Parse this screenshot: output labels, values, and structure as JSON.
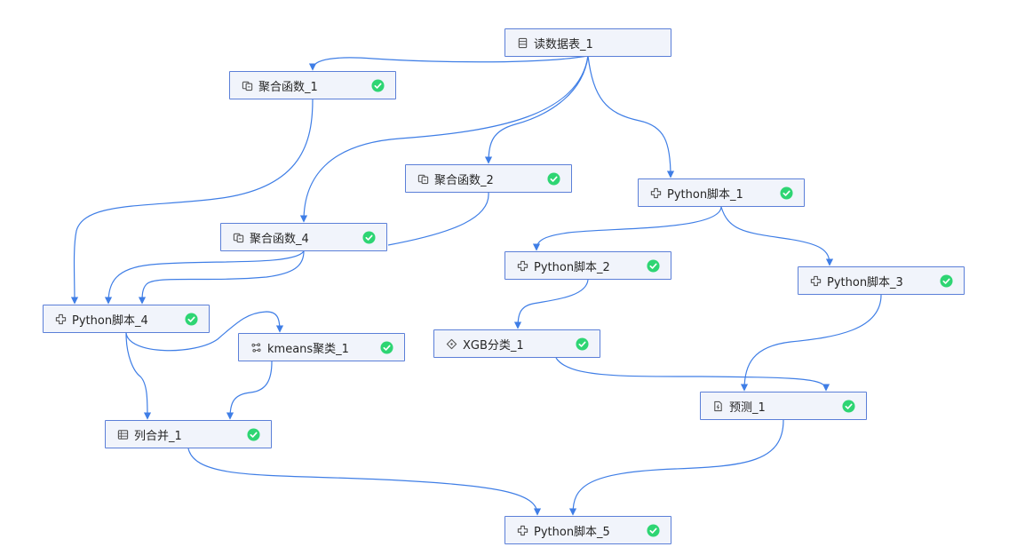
{
  "canvas": {
    "edge_color": "#3f7ee6",
    "node_border_color": "#5b7fd8",
    "node_fill_color": "#f1f4fb",
    "success_color": "#2ed573"
  },
  "nodes": [
    {
      "id": "read",
      "label": "读数据表_1",
      "icon": "table-icon",
      "status": "none"
    },
    {
      "id": "agg1",
      "label": "聚合函数_1",
      "icon": "aggregate-icon",
      "status": "success"
    },
    {
      "id": "agg2",
      "label": "聚合函数_2",
      "icon": "aggregate-icon",
      "status": "success"
    },
    {
      "id": "agg4",
      "label": "聚合函数_4",
      "icon": "aggregate-icon",
      "status": "success"
    },
    {
      "id": "py1",
      "label": "Python脚本_1",
      "icon": "python-icon",
      "status": "success"
    },
    {
      "id": "py2",
      "label": "Python脚本_2",
      "icon": "python-icon",
      "status": "success"
    },
    {
      "id": "py3",
      "label": "Python脚本_3",
      "icon": "python-icon",
      "status": "success"
    },
    {
      "id": "py4",
      "label": "Python脚本_4",
      "icon": "python-icon",
      "status": "success"
    },
    {
      "id": "kmeans",
      "label": "kmeans聚类_1",
      "icon": "cluster-icon",
      "status": "success"
    },
    {
      "id": "xgb",
      "label": "XGB分类_1",
      "icon": "classify-icon",
      "status": "success"
    },
    {
      "id": "pred",
      "label": "预测_1",
      "icon": "predict-icon",
      "status": "success"
    },
    {
      "id": "merge",
      "label": "列合并_1",
      "icon": "merge-columns-icon",
      "status": "success"
    },
    {
      "id": "py5",
      "label": "Python脚本_5",
      "icon": "python-icon",
      "status": "success"
    }
  ],
  "edges": [
    {
      "from": "read",
      "to": "agg1"
    },
    {
      "from": "read",
      "to": "agg2"
    },
    {
      "from": "read",
      "to": "agg4"
    },
    {
      "from": "read",
      "to": "py1"
    },
    {
      "from": "agg1",
      "to": "py4"
    },
    {
      "from": "agg4",
      "to": "py4"
    },
    {
      "from": "agg2",
      "to": "py4"
    },
    {
      "from": "py1",
      "to": "py2"
    },
    {
      "from": "py1",
      "to": "py3"
    },
    {
      "from": "py2",
      "to": "xgb"
    },
    {
      "from": "py4",
      "to": "kmeans"
    },
    {
      "from": "py4",
      "to": "merge"
    },
    {
      "from": "kmeans",
      "to": "merge"
    },
    {
      "from": "xgb",
      "to": "pred"
    },
    {
      "from": "py3",
      "to": "pred"
    },
    {
      "from": "merge",
      "to": "py5"
    },
    {
      "from": "pred",
      "to": "py5"
    }
  ]
}
